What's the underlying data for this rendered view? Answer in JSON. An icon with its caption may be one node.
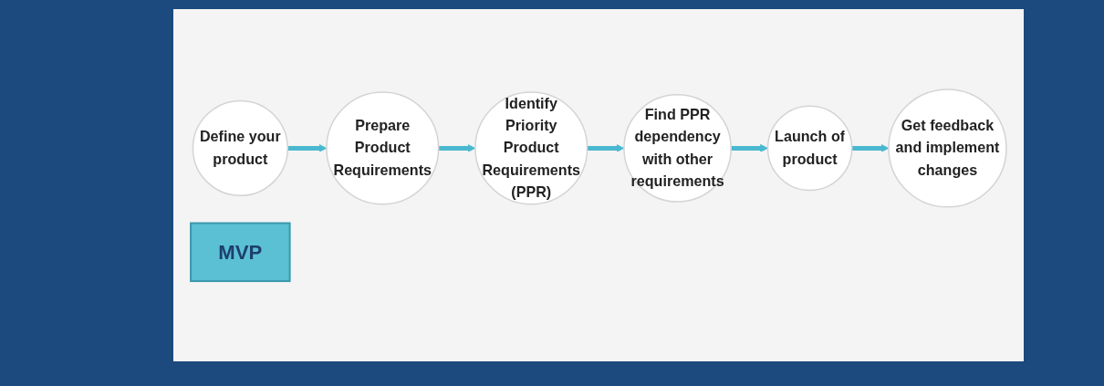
{
  "diagram": {
    "nodes": [
      {
        "text": [
          "Define your product"
        ]
      },
      {
        "text": [
          "Prepare Product Requirements"
        ]
      },
      {
        "text": [
          "Identify Priority Product Requirements (PPR)"
        ]
      },
      {
        "text": [
          "Find PPR dependency with other requirements"
        ]
      },
      {
        "text": [
          "Launch of product"
        ]
      },
      {
        "text": [
          "Get feedback and implement changes"
        ]
      },
      {
        "text": [
          "MVP"
        ]
      }
    ],
    "edges": [
      {
        "from": 0,
        "to": 1,
        "arrow": "to"
      },
      {
        "from": 1,
        "to": 2,
        "arrow": "to"
      },
      {
        "from": 2,
        "to": 3,
        "arrow": "to"
      },
      {
        "from": 3,
        "to": 4,
        "arrow": "to"
      },
      {
        "from": 4,
        "to": 5,
        "arrow": "to"
      }
    ]
  }
}
